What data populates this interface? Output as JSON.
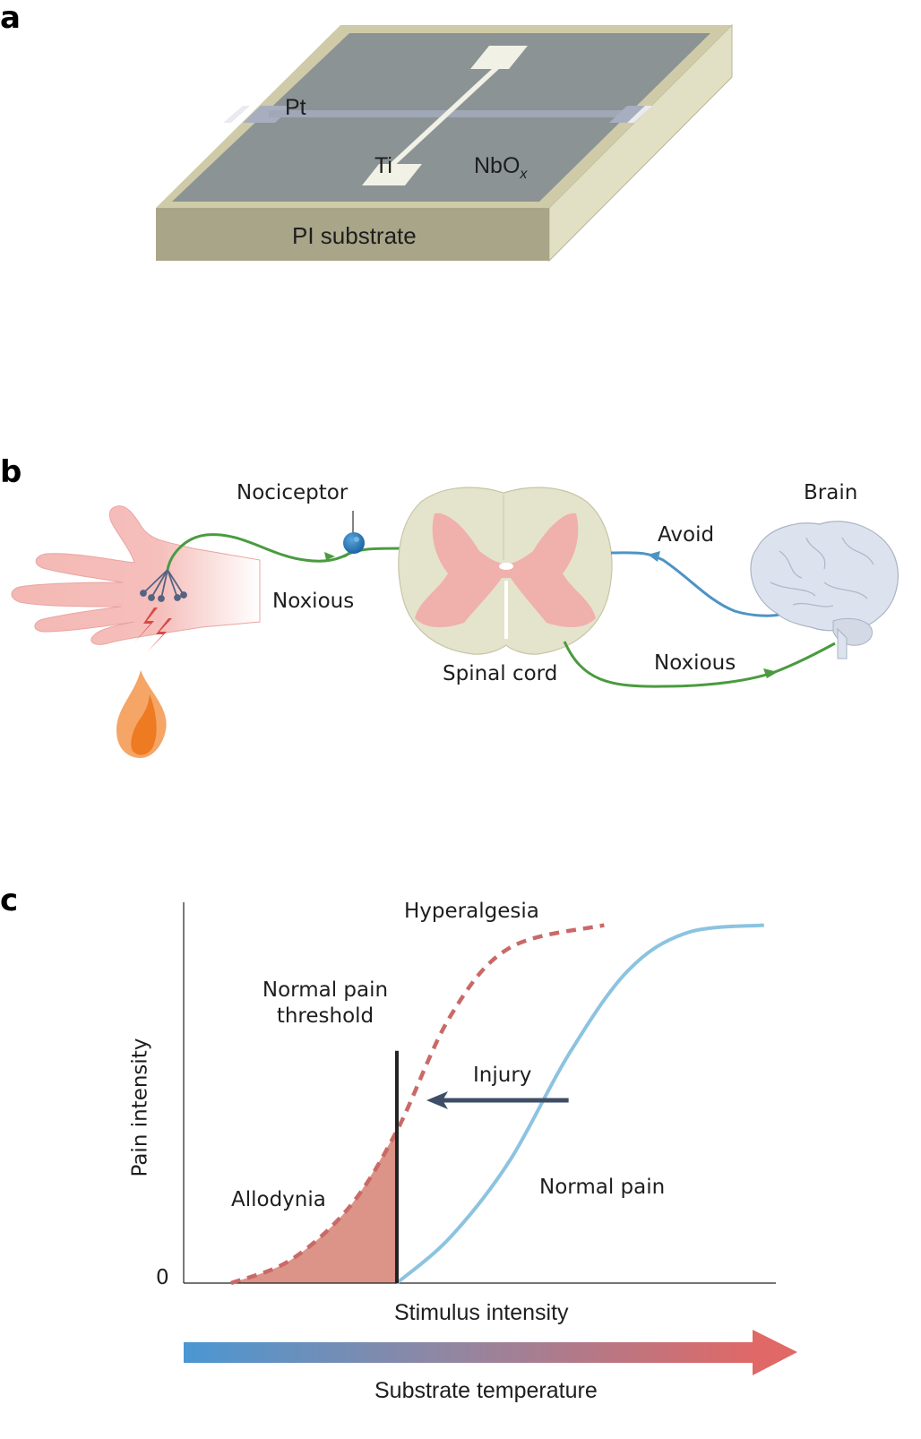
{
  "panels": {
    "a": {
      "label": "a",
      "layers": {
        "pt": "Pt",
        "ti": "Ti",
        "nbox_main": "NbO",
        "nbox_sub": "x",
        "substrate": "PI substrate"
      },
      "colors": {
        "top_surface": "#8b9394",
        "substrate_front": "#a9a588",
        "substrate_rim": "#cfcba8",
        "substrate_side": "#e2e0c4",
        "ti_electrode": "#f1f1e6",
        "pt_electrode": "#a7aec0"
      }
    },
    "b": {
      "label": "b",
      "labels": {
        "nociceptor": "Nociceptor",
        "noxious_left": "Noxious",
        "spinal_cord": "Spinal cord",
        "avoid": "Avoid",
        "noxious_right": "Noxious",
        "brain": "Brain"
      },
      "colors": {
        "noxious_path": "#4a9b3f",
        "avoid_path": "#4d94c4",
        "hand": "#f4b8b4",
        "spinal_white": "#e4e3cc",
        "spinal_grey": "#f0b0ac",
        "brain": "#dde3ee",
        "nociceptor": "#1f6fb0",
        "flame_outer": "#f5a566",
        "flame_inner": "#ee7a22",
        "spark": "#d84a44"
      }
    },
    "c": {
      "label": "c",
      "labels": {
        "hyperalgesia": "Hyperalgesia",
        "threshold_line1": "Normal pain",
        "threshold_line2": "threshold",
        "injury": "Injury",
        "allodynia": "Allodynia",
        "normal_pain": "Normal pain",
        "zero": "0",
        "xlabel": "Stimulus intensity",
        "ylabel": "Pain intensity",
        "gradient_label": "Substrate temperature"
      },
      "colors": {
        "normal_curve": "#8cc3e0",
        "hyperalgesia_curve": "#c96a68",
        "allodynia_fill": "#dd9488",
        "threshold": "#222222",
        "injury_arrow": "#3d4e66",
        "gradient_start": "#4a97d2",
        "gradient_end": "#e06866"
      }
    }
  },
  "chart_data": {
    "type": "line",
    "title": "",
    "xlabel": "Stimulus intensity",
    "ylabel": "Pain intensity",
    "xlim": [
      0,
      1
    ],
    "ylim": [
      0,
      1
    ],
    "y_ticks": [
      "0"
    ],
    "grid": false,
    "legend": "none",
    "series": [
      {
        "name": "Normal pain",
        "style": "solid",
        "x": [
          0.36,
          0.45,
          0.55,
          0.65,
          0.75,
          0.85,
          0.98
        ],
        "y": [
          0.0,
          0.12,
          0.32,
          0.6,
          0.82,
          0.92,
          0.94
        ]
      },
      {
        "name": "Hyperalgesia",
        "style": "dashed",
        "x": [
          0.08,
          0.18,
          0.28,
          0.36,
          0.45,
          0.55,
          0.71
        ],
        "y": [
          0.0,
          0.06,
          0.2,
          0.4,
          0.7,
          0.88,
          0.94
        ]
      }
    ],
    "annotations": [
      {
        "text": "Normal pain threshold",
        "type": "vline",
        "x": 0.36,
        "y_top": 0.61
      },
      {
        "text": "Allodynia",
        "type": "shaded-area",
        "x_range": [
          0.08,
          0.36
        ],
        "under": "Hyperalgesia"
      },
      {
        "text": "Injury",
        "type": "arrow",
        "from_x": 0.65,
        "to_x": 0.41,
        "y": 0.48
      },
      {
        "text": "Hyperalgesia",
        "type": "label"
      },
      {
        "text": "Normal pain",
        "type": "label"
      }
    ],
    "color_bar": {
      "label": "Substrate temperature",
      "direction": "left-to-right",
      "from": "cold (blue)",
      "to": "hot (red)"
    }
  }
}
